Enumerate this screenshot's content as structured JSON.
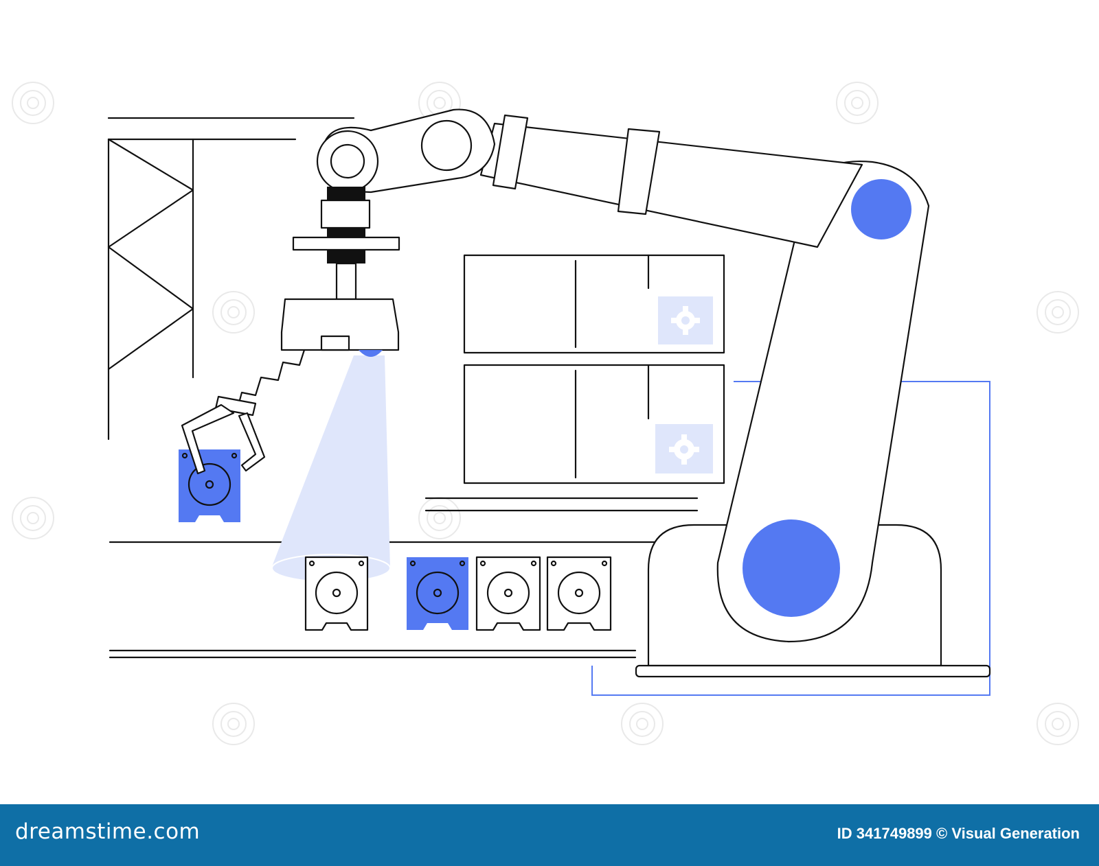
{
  "image": {
    "description_subject": "robotic arm sorting parts on conveyor",
    "colors": {
      "accent": "#5479f2",
      "accent_pale": "#dfe6fb",
      "line": "#111111",
      "footer_bg": "#0f6fa6",
      "footer_text": "#ffffff"
    }
  },
  "footer": {
    "logo_text": "dreamstime.com",
    "credit_text": "ID 341749899 © Visual Generation"
  },
  "watermark": {
    "icon": "spiral-logo-icon"
  }
}
